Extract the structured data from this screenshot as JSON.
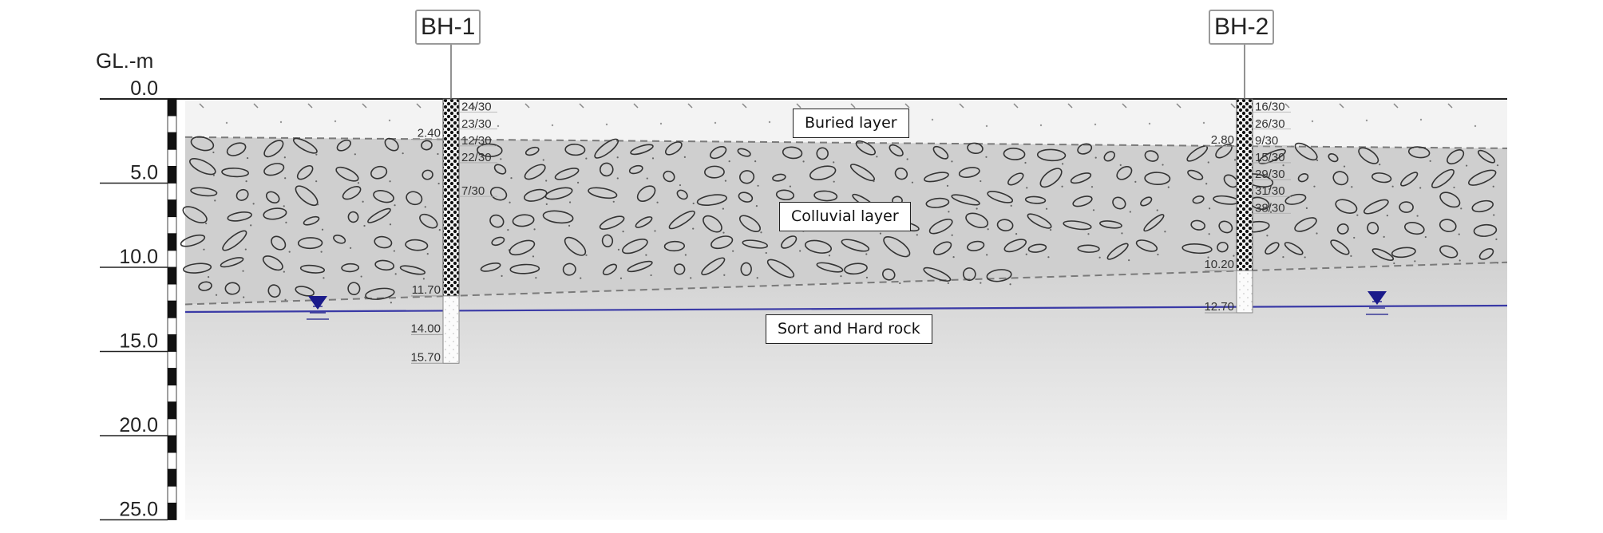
{
  "depth_axis": {
    "unit_label": "GL.-m",
    "ticks": [
      {
        "depth": 0,
        "label": "0.0"
      },
      {
        "depth": 5,
        "label": "5.0"
      },
      {
        "depth": 10,
        "label": "10.0"
      },
      {
        "depth": 15,
        "label": "15.0"
      },
      {
        "depth": 20,
        "label": "20.0"
      },
      {
        "depth": 25,
        "label": "25.0"
      }
    ]
  },
  "layers": {
    "buried": {
      "label": "Buried layer"
    },
    "colluvial": {
      "label": "Colluvial layer"
    },
    "rock": {
      "label": "Sort and Hard rock"
    }
  },
  "boreholes": [
    {
      "name": "BH-1",
      "bottom_depth": 15.7,
      "buried_bottom": 2.4,
      "colluvial_bottom": 11.7,
      "depth_labels": [
        {
          "depth": 2.4,
          "text": "2.40"
        },
        {
          "depth": 11.7,
          "text": "11.70"
        },
        {
          "depth": 14.0,
          "text": "14.00"
        },
        {
          "depth": 15.7,
          "text": "15.70"
        }
      ],
      "spt": [
        {
          "depth": 0.6,
          "text": "24/30"
        },
        {
          "depth": 1.6,
          "text": "23/30"
        },
        {
          "depth": 2.6,
          "text": "12/30"
        },
        {
          "depth": 3.6,
          "text": "22/30"
        },
        {
          "depth": 5.6,
          "text": "7/30"
        }
      ]
    },
    {
      "name": "BH-2",
      "bottom_depth": 12.7,
      "buried_bottom": 2.8,
      "colluvial_bottom": 10.2,
      "depth_labels": [
        {
          "depth": 2.8,
          "text": "2.80"
        },
        {
          "depth": 10.2,
          "text": "10.20"
        },
        {
          "depth": 12.7,
          "text": "12.70"
        }
      ],
      "spt": [
        {
          "depth": 0.6,
          "text": "16/30"
        },
        {
          "depth": 1.6,
          "text": "26/30"
        },
        {
          "depth": 2.6,
          "text": "9/30"
        },
        {
          "depth": 3.6,
          "text": "15/30"
        },
        {
          "depth": 4.6,
          "text": "29/30"
        },
        {
          "depth": 5.6,
          "text": "31/30"
        },
        {
          "depth": 6.6,
          "text": "38/30"
        }
      ]
    }
  ],
  "colors": {
    "water_line": "#3a3aa6",
    "water_symbol": "#1a1a8a",
    "buried_fill": "#f3f3f3",
    "colluvial_fill": "#cfcfcf",
    "rock_fill_top": "#d2d2d2",
    "rock_fill_bottom": "#fafafa",
    "boundary_dash": "#7a7a7a"
  }
}
